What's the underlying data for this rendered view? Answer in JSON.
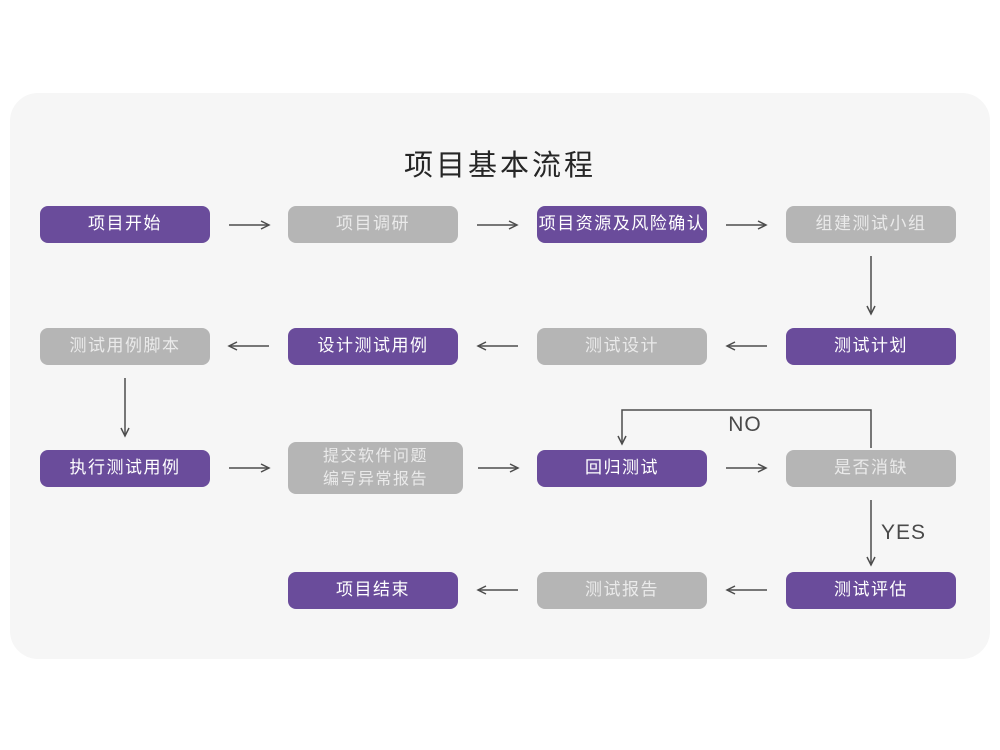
{
  "title": "项目基本流程",
  "colors": {
    "primary": "#6a4c9b",
    "secondary": "#b5b5b5",
    "card_bg": "#f6f6f6",
    "line": "#4d4d4d",
    "text_on_primary": "#ffffff",
    "text_on_secondary": "#eaeaea"
  },
  "edge_labels": {
    "no": "NO",
    "yes": "YES"
  },
  "nodes": [
    {
      "id": "project-start",
      "label": "项目开始",
      "type": "primary"
    },
    {
      "id": "project-research",
      "label": "项目调研",
      "type": "secondary"
    },
    {
      "id": "resource-risk",
      "label": "项目资源及风险确认",
      "type": "primary"
    },
    {
      "id": "build-test-team",
      "label": "组建测试小组",
      "type": "secondary"
    },
    {
      "id": "test-case-script",
      "label": "测试用例脚本",
      "type": "secondary"
    },
    {
      "id": "design-test-case",
      "label": "设计测试用例",
      "type": "primary"
    },
    {
      "id": "test-design",
      "label": "测试设计",
      "type": "secondary"
    },
    {
      "id": "test-plan",
      "label": "测试计划",
      "type": "primary"
    },
    {
      "id": "execute-test-case",
      "label": "执行测试用例",
      "type": "primary"
    },
    {
      "id": "submit-issue-report",
      "label": "提交软件问题\n编写异常报告",
      "type": "secondary"
    },
    {
      "id": "regression-test",
      "label": "回归测试",
      "type": "primary"
    },
    {
      "id": "defect-cleared",
      "label": "是否消缺",
      "type": "secondary"
    },
    {
      "id": "project-end",
      "label": "项目结束",
      "type": "primary"
    },
    {
      "id": "test-report",
      "label": "测试报告",
      "type": "secondary"
    },
    {
      "id": "test-evaluation",
      "label": "测试评估",
      "type": "primary"
    }
  ]
}
